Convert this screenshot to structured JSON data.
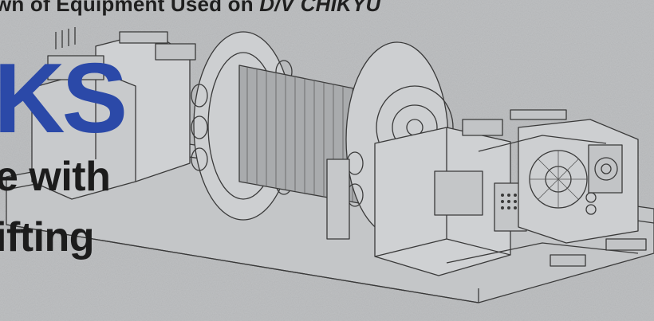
{
  "header": {
    "prefix": "wn of Equipment Used on ",
    "vessel": "D/V CHIKYU"
  },
  "title_fragment": "KS",
  "body_line1": "e with",
  "body_line2": "ifting",
  "colors": {
    "accent": "#2b49a8",
    "background": "#b9bbbd",
    "text": "#1c1c1c"
  }
}
